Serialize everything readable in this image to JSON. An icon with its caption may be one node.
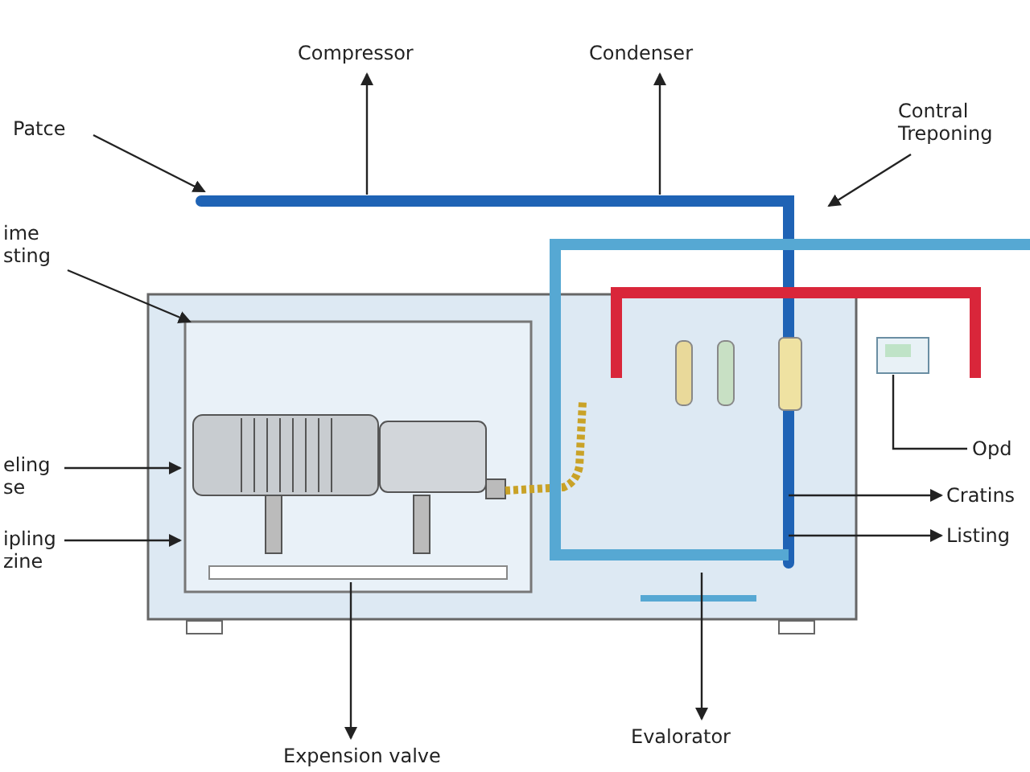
{
  "diagram": {
    "nodes": [
      {
        "text": [
          "Compressor"
        ]
      },
      {
        "text": [
          "Condenser"
        ]
      },
      {
        "text": [
          "Patce"
        ]
      },
      {
        "text": [
          "Contral Treponing"
        ]
      },
      {
        "text": [
          "ime sting"
        ]
      },
      {
        "text": [
          "eling se"
        ]
      },
      {
        "text": [
          "ipling zine"
        ]
      },
      {
        "text": [
          "Opd"
        ]
      },
      {
        "text": [
          "Cratins"
        ]
      },
      {
        "text": [
          "Listing"
        ]
      },
      {
        "text": [
          "Expension valve"
        ]
      },
      {
        "text": [
          "Evalorator"
        ]
      }
    ],
    "edges": [
      {
        "from": null,
        "to": 0,
        "arrow": "to"
      },
      {
        "from": null,
        "to": 1,
        "arrow": "to"
      },
      {
        "from": 2,
        "to": null,
        "arrow": "to"
      },
      {
        "from": 3,
        "to": null,
        "arrow": "to"
      },
      {
        "from": 4,
        "to": null,
        "arrow": "to"
      },
      {
        "from": 5,
        "to": null,
        "arrow": "to"
      },
      {
        "from": 6,
        "to": null,
        "arrow": "to"
      },
      {
        "from": 7,
        "to": null,
        "arrow": "none"
      },
      {
        "from": null,
        "to": 8,
        "arrow": "to"
      },
      {
        "from": null,
        "to": 9,
        "arrow": "to"
      },
      {
        "from": null,
        "to": 10,
        "arrow": "to"
      },
      {
        "from": null,
        "to": 11,
        "arrow": "to"
      }
    ]
  }
}
